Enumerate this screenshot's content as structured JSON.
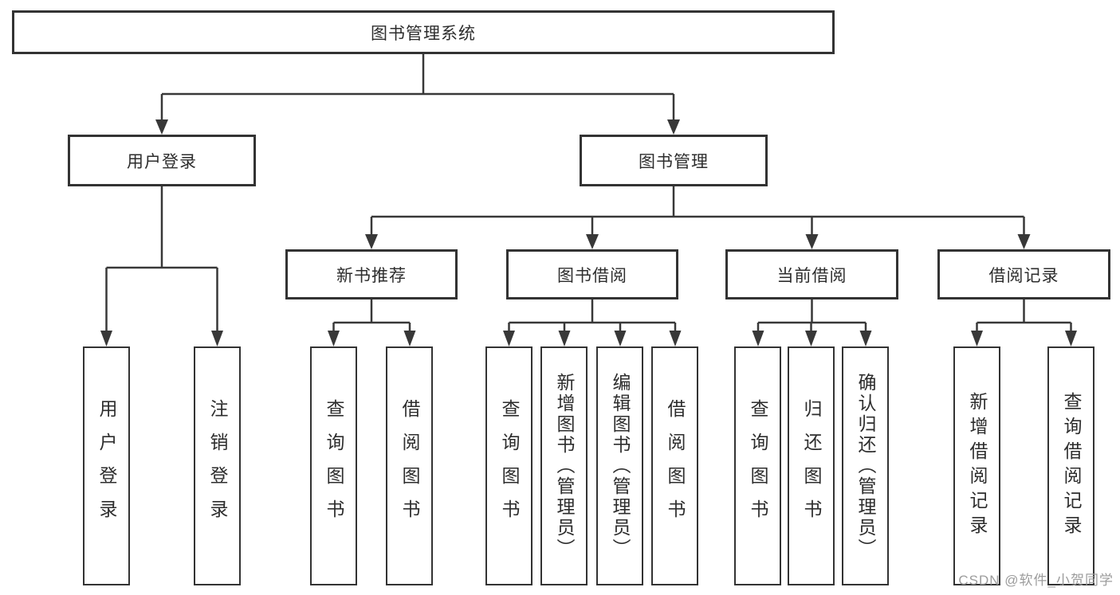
{
  "tree": {
    "root": "图书管理系统",
    "level2": [
      "用户登录",
      "图书管理"
    ],
    "level3": [
      "新书推荐",
      "图书借阅",
      "当前借阅",
      "借阅记录"
    ],
    "leaves": {
      "user": [
        "用户登录",
        "注销登录"
      ],
      "recommend": [
        "查询图书",
        "借阅图书"
      ],
      "borrow": [
        "查询图书",
        "新增图书（管理员）",
        "编辑图书（管理员）",
        "借阅图书"
      ],
      "current": [
        "查询图书",
        "归还图书",
        "确认归还（管理员）"
      ],
      "record": [
        "新增借阅记录",
        "查询借阅记录"
      ]
    }
  },
  "watermark": "CSDN @软件_小贺同学",
  "colors": {
    "line": "#383838",
    "box_border": "#333333",
    "box_fill": "#ffffff",
    "text": "#2d2d2d",
    "watermark": "#9c9c9c"
  }
}
